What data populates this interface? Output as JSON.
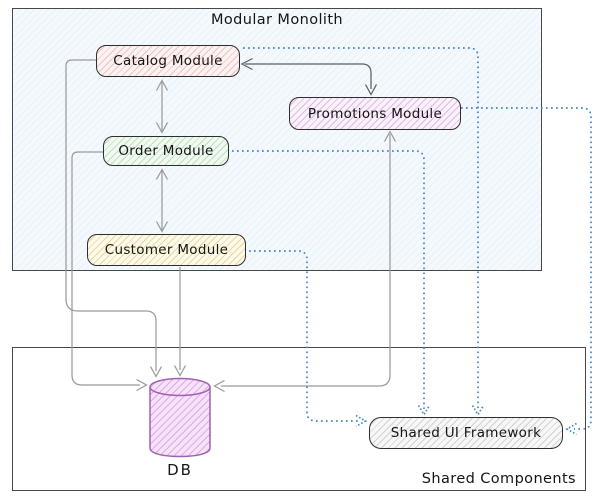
{
  "containers": {
    "monolith": {
      "label": "Modular Monolith"
    },
    "shared_components": {
      "label": "Shared Components"
    }
  },
  "nodes": {
    "catalog": {
      "label": "Catalog Module",
      "fill": "#fdf2f2",
      "hatch": "#edc4c4"
    },
    "order": {
      "label": "Order Module",
      "fill": "#f0faf0",
      "hatch": "#bfdfbf"
    },
    "customer": {
      "label": "Customer Module",
      "fill": "#fdfaea",
      "hatch": "#e6d9a3"
    },
    "promotions": {
      "label": "Promotions Module",
      "fill": "#faf1fb",
      "hatch": "#ddbce2"
    },
    "shared_ui": {
      "label": "Shared UI Framework",
      "fill": "#f7f7f7",
      "hatch": "#d2d2d2"
    },
    "db": {
      "label": "DB",
      "fill": "#f6e2f9",
      "hatch": "#d490de",
      "stroke": "#a35fb4"
    }
  },
  "edges": [
    {
      "from": "catalog",
      "to": "order",
      "style": "solid",
      "arrows": "both"
    },
    {
      "from": "order",
      "to": "customer",
      "style": "solid",
      "arrows": "both"
    },
    {
      "from": "catalog",
      "to": "promotions",
      "style": "solid",
      "arrows": "both"
    },
    {
      "from": "catalog",
      "to": "db",
      "style": "solid",
      "arrows": "to"
    },
    {
      "from": "order",
      "to": "db",
      "style": "solid",
      "arrows": "to"
    },
    {
      "from": "customer",
      "to": "db",
      "style": "solid",
      "arrows": "to"
    },
    {
      "from": "promotions",
      "to": "db",
      "style": "solid",
      "arrows": "both"
    },
    {
      "from": "catalog",
      "to": "shared_ui",
      "style": "dotted",
      "arrows": "to"
    },
    {
      "from": "order",
      "to": "shared_ui",
      "style": "dotted",
      "arrows": "to"
    },
    {
      "from": "customer",
      "to": "shared_ui",
      "style": "dotted",
      "arrows": "to"
    },
    {
      "from": "promotions",
      "to": "shared_ui",
      "style": "dotted",
      "arrows": "to"
    }
  ],
  "colors": {
    "canvas_bg": "#ffffff",
    "monolith_bg": "#f4f9fd",
    "container_border": "#474747",
    "node_border": "#2e2e2e",
    "edge_gray": "#9b9b9b",
    "edge_dark": "#5f5f5f",
    "edge_dotted_blue": "#4286c9",
    "text": "#151515"
  }
}
